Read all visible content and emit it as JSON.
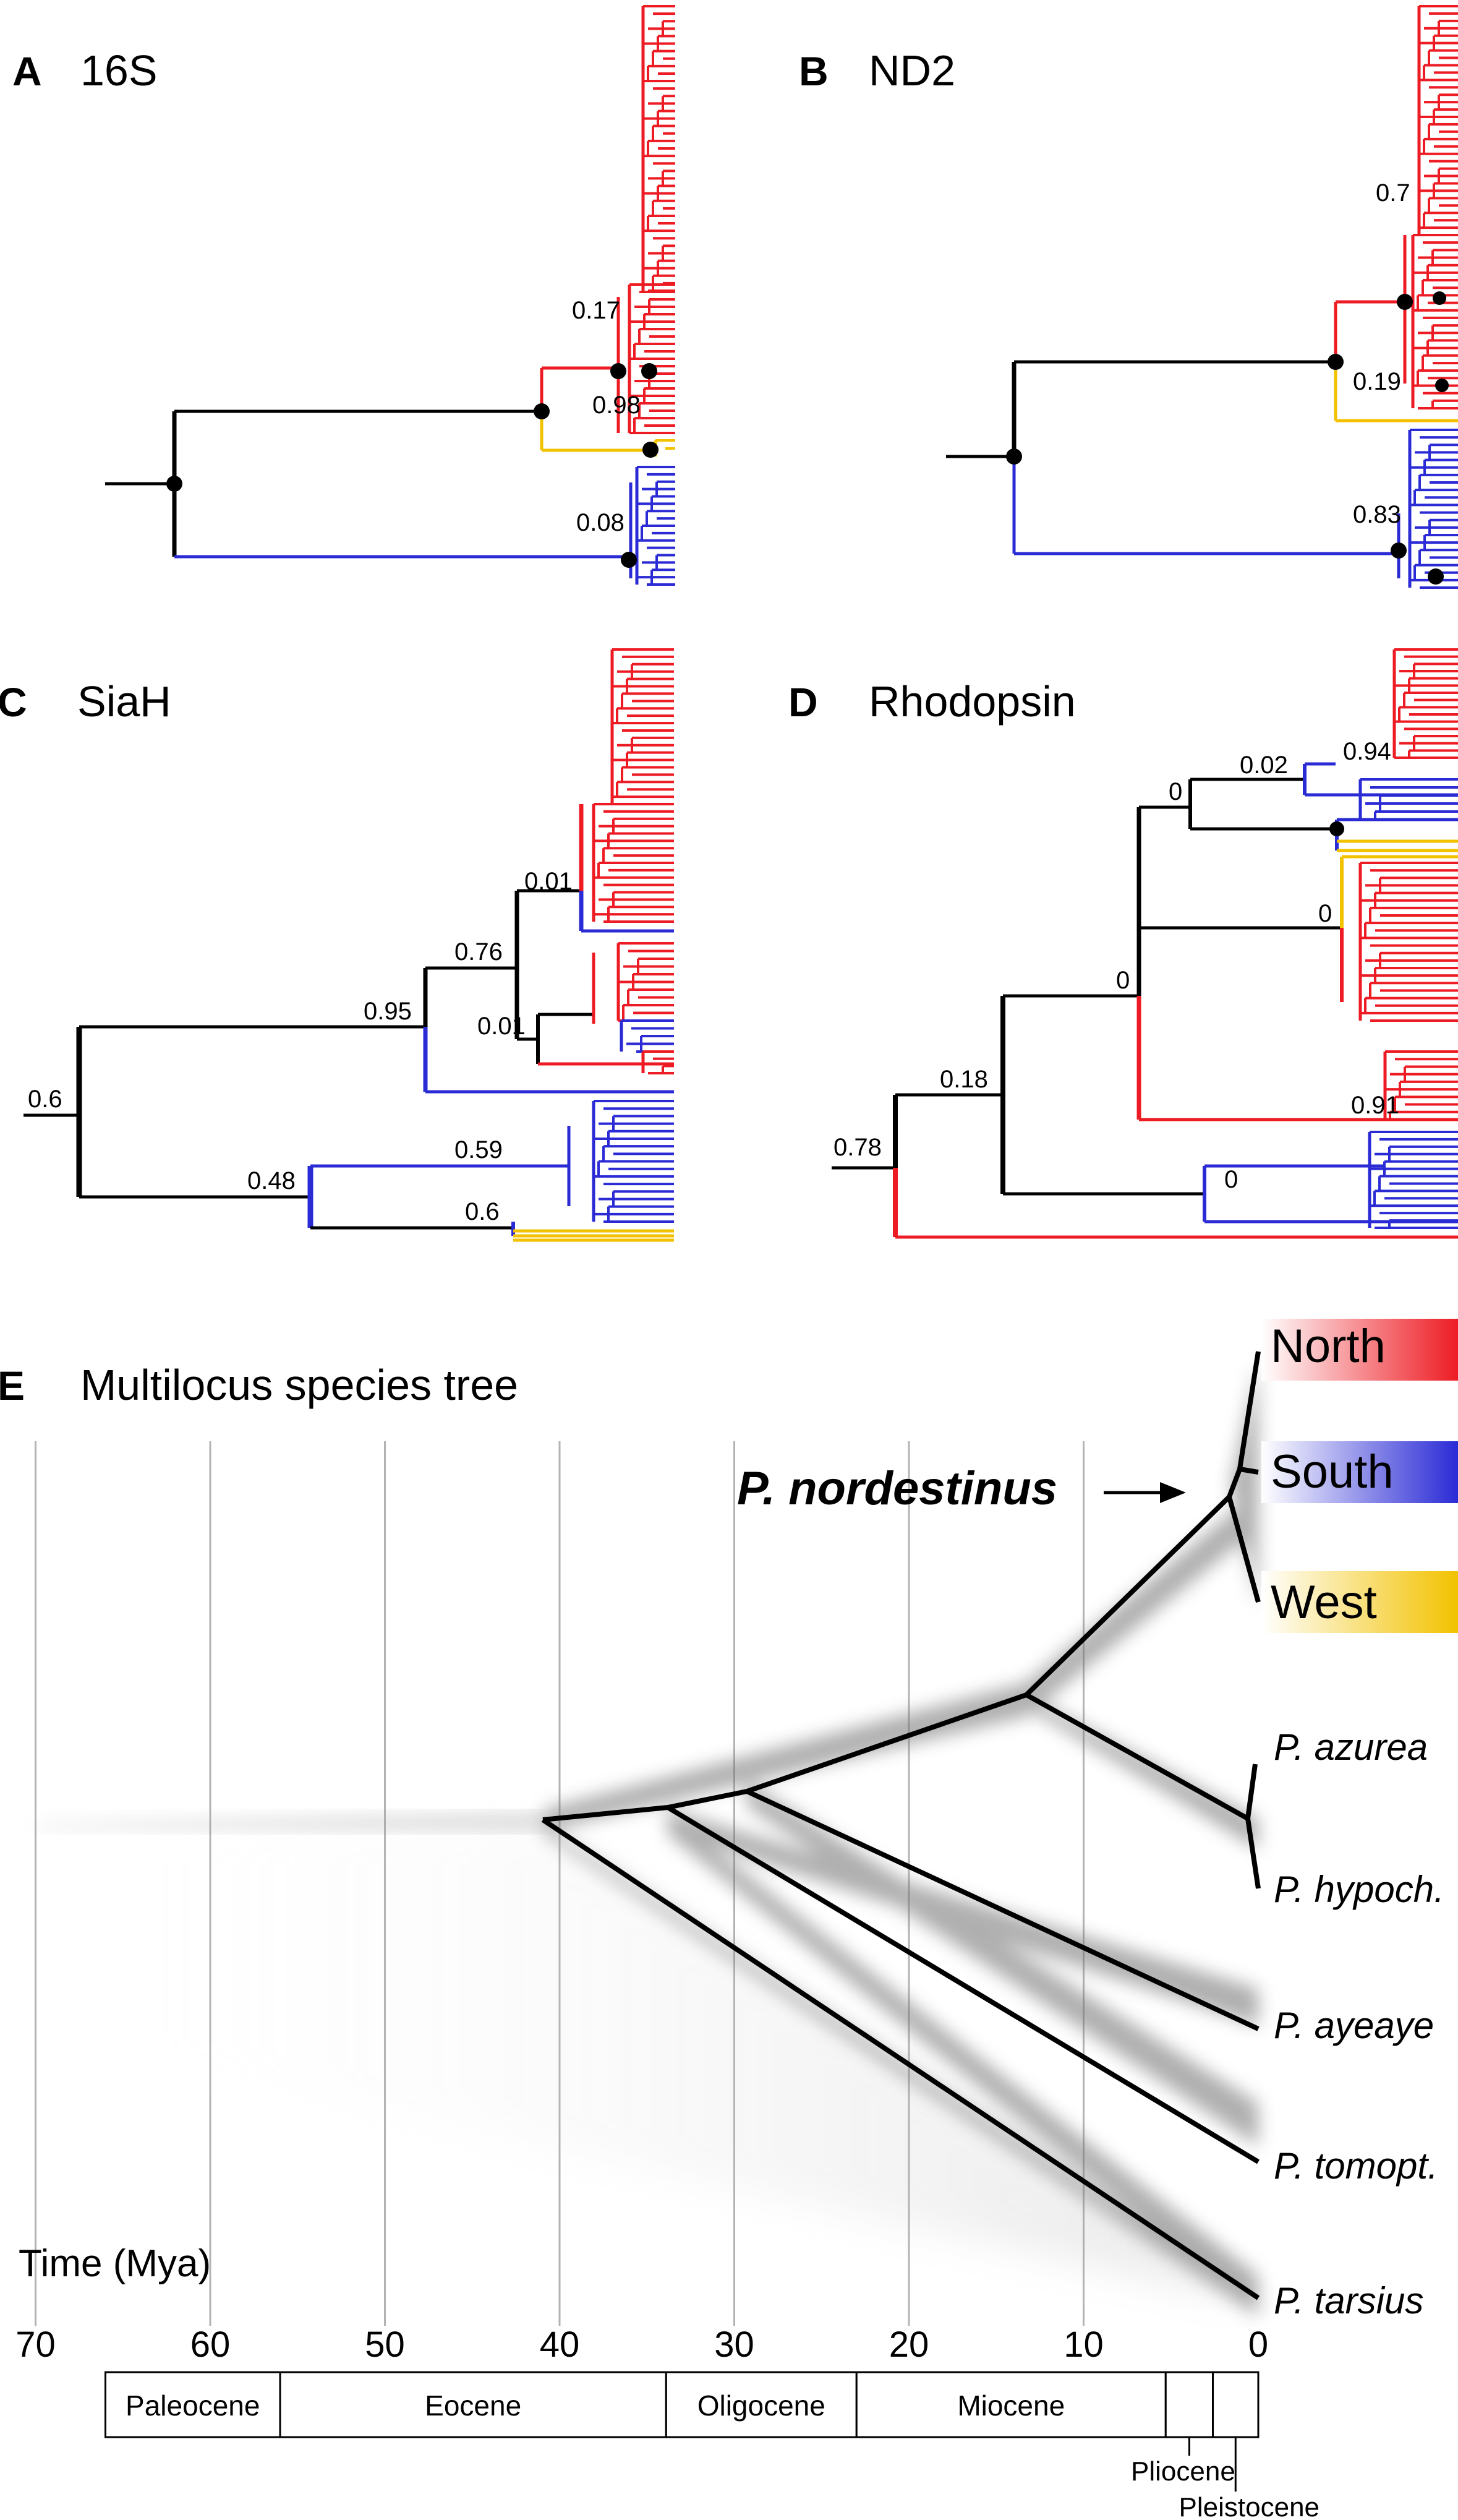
{
  "colors": {
    "north": "#ed1c24",
    "south": "#2b2bd6",
    "west": "#f2c200",
    "stem": "#000000",
    "grid": "#b3b3b3",
    "cloud": "#7f7f7f"
  },
  "panels": [
    {
      "letter": "A",
      "title": "16S",
      "support": [
        "0.17",
        "0.98",
        "0.08"
      ]
    },
    {
      "letter": "B",
      "title": "ND2",
      "support": [
        "0.7",
        "0.19",
        "0.83"
      ]
    },
    {
      "letter": "C",
      "title": "SiaH",
      "support": [
        "0.6",
        "0.95",
        "0.76",
        "0.01",
        "0.01",
        "0.48",
        "0.59",
        "0.6"
      ]
    },
    {
      "letter": "D",
      "title": "Rhodopsin",
      "support": [
        "0.78",
        "0.18",
        "0",
        "0",
        "0.02",
        "0.94",
        "0",
        "0.91",
        "0"
      ]
    }
  ],
  "species_panel": {
    "letter": "E",
    "title": "Multilocus species tree",
    "highlight_label": "P. nordestinus",
    "populations": [
      {
        "label": "North",
        "color": "#ed1c24"
      },
      {
        "label": "South",
        "color": "#2b2bd6"
      },
      {
        "label": "West",
        "color": "#f2c200"
      }
    ],
    "species": [
      "P. azurea",
      "P. hypoch.",
      "P. ayeaye",
      "P. tomopt.",
      "P. tarsius"
    ],
    "time_label": "Time (Mya)",
    "time_ticks": [
      70,
      60,
      50,
      40,
      30,
      20,
      10,
      0
    ],
    "epochs": [
      {
        "name": "Paleocene",
        "start": 66,
        "end": 56
      },
      {
        "name": "Eocene",
        "start": 56,
        "end": 33.9
      },
      {
        "name": "Oligocene",
        "start": 33.9,
        "end": 23
      },
      {
        "name": "Miocene",
        "start": 23,
        "end": 5.3
      },
      {
        "name": "Pliocene",
        "start": 5.3,
        "end": 2.6
      },
      {
        "name": "Pleistocene",
        "start": 2.6,
        "end": 0
      }
    ],
    "node_ages": [
      41.5,
      34.3,
      29.6,
      13.5,
      1.8,
      0.8,
      0.6
    ]
  }
}
